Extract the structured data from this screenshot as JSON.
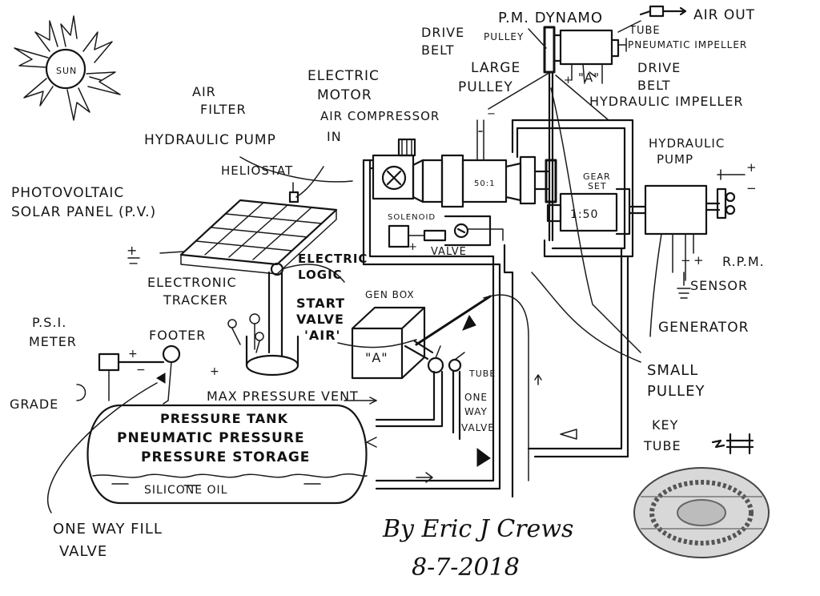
{
  "labels": {
    "sun": "SUN",
    "pm_dynamo": "P.M. DYNAMO",
    "air_out": "AIR OUT",
    "tube_top": "TUBE",
    "pneumatic_impeller": "PNEUMATIC IMPELLER",
    "drive_belt_left_1": "DRIVE",
    "drive_belt_left_2": "BELT",
    "pulley_top": "PULLEY",
    "drive_belt_right_1": "DRIVE",
    "drive_belt_right_2": "BELT",
    "large_pulley_1": "LARGE",
    "large_pulley_2": "PULLEY",
    "hydraulic_impeller": "HYDRAULIC IMPELLER",
    "electric_motor_1": "ELECTRIC",
    "electric_motor_2": "MOTOR",
    "air_compressor": "AIR COMPRESSOR",
    "air_filter_1": "AIR",
    "air_filter_2": "FILTER",
    "in_label": "IN",
    "hydraulic_pump_left": "HYDRAULIC PUMP",
    "heliostat": "HELIOSTAT",
    "ratio_50": "50:1",
    "gear_set_1": "GEAR",
    "gear_set_2": "SET",
    "ratio_150": "1:50",
    "hydraulic_pump_right_1": "HYDRAULIC",
    "hydraulic_pump_right_2": "PUMP",
    "pv_1": "PHOTOVOLTAIC",
    "pv_2": "SOLAR PANEL (P.V.)",
    "solenoid": "SOLENOID",
    "valve": "VALVE",
    "electric_logic_1": "ELECTRIC",
    "electric_logic_2": "LOGIC",
    "electronic_tracker_1": "ELECTRONIC",
    "electronic_tracker_2": "TRACKER",
    "rpm_sensor_1": "R.P.M.",
    "rpm_sensor_2": "SENSOR",
    "gen_box": "GEN BOX",
    "start_valve_1": "START",
    "start_valve_2": "VALVE",
    "start_valve_3": "'AIR'",
    "psi_meter_1": "P.S.I.",
    "psi_meter_2": "METER",
    "footer": "FOOTER",
    "generator": "GENERATOR",
    "a_box": "\"A\"",
    "a_top": "\"A\"",
    "tube_mid": "TUBE",
    "small_pulley_1": "SMALL",
    "small_pulley_2": "PULLEY",
    "grade": "GRADE",
    "max_pressure_vent": "MAX PRESSURE VENT",
    "one_way_valve_1": "ONE",
    "one_way_valve_2": "WAY",
    "one_way_valve_3": "VALVE",
    "tank_1": "PRESSURE TANK",
    "tank_2": "PNEUMATIC PRESSURE",
    "tank_3": "PRESSURE STORAGE",
    "silicone_oil": "SILICONE OIL",
    "key": "KEY",
    "tube_key": "TUBE",
    "fill_valve_1": "ONE WAY FILL",
    "fill_valve_2": "VALVE",
    "signature": "By Eric J Crews",
    "date": "8-7-2018"
  }
}
